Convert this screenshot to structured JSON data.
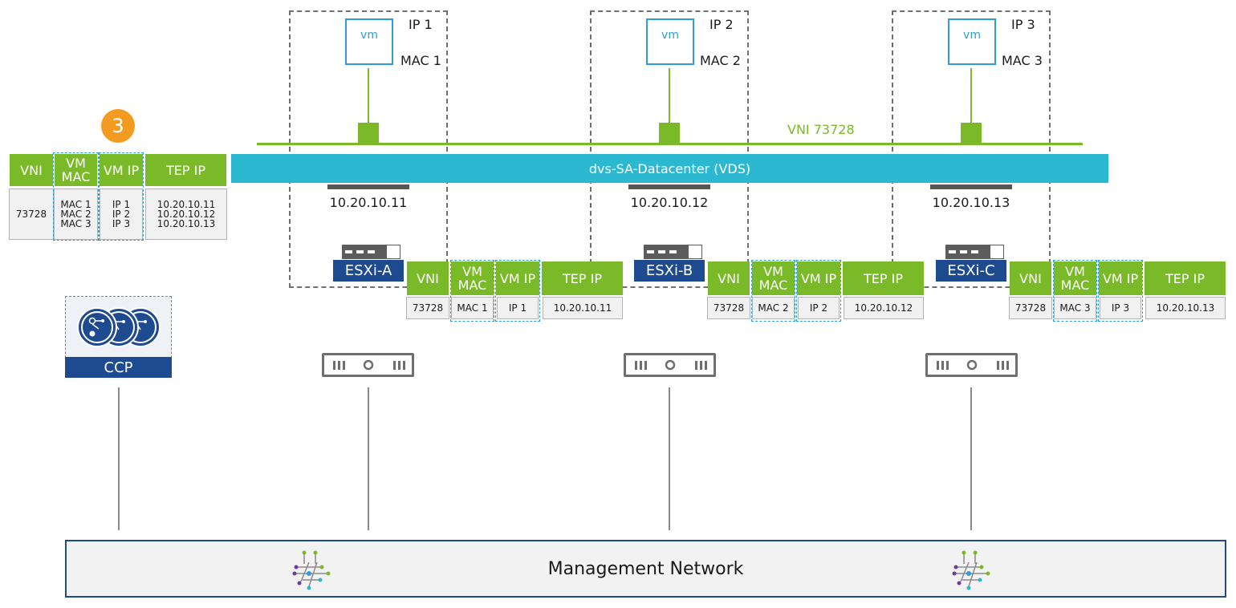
{
  "vni_label": "VNI 73728",
  "vds_label": "dvs-SA-Datacenter (VDS)",
  "badge_number": "3",
  "ccp_label": "CCP",
  "management_label": "Management Network",
  "vm_label": "vm",
  "colors": {
    "green": "#7ab928",
    "cyan": "#2bb8d0",
    "navy": "#1e4b8f",
    "orange": "#f39b20",
    "vm_blue": "#2d9cd7"
  },
  "headers": {
    "vni": "VNI",
    "vm_mac": "VM MAC",
    "vm_ip": "VM IP",
    "tep_ip": "TEP IP"
  },
  "ccp_table": {
    "vni": "73728",
    "macs": [
      "MAC 1",
      "MAC 2",
      "MAC 3"
    ],
    "ips": [
      "IP 1",
      "IP 2",
      "IP 3"
    ],
    "teps": [
      "10.20.10.11",
      "10.20.10.12",
      "10.20.10.13"
    ]
  },
  "hosts": [
    {
      "esxi": "ESXi-A",
      "ip": "IP 1",
      "mac": "MAC 1",
      "tep": "10.20.10.11",
      "vni": "73728"
    },
    {
      "esxi": "ESXi-B",
      "ip": "IP 2",
      "mac": "MAC 2",
      "tep": "10.20.10.12",
      "vni": "73728"
    },
    {
      "esxi": "ESXi-C",
      "ip": "IP 3",
      "mac": "MAC 3",
      "tep": "10.20.10.13",
      "vni": "73728"
    }
  ]
}
